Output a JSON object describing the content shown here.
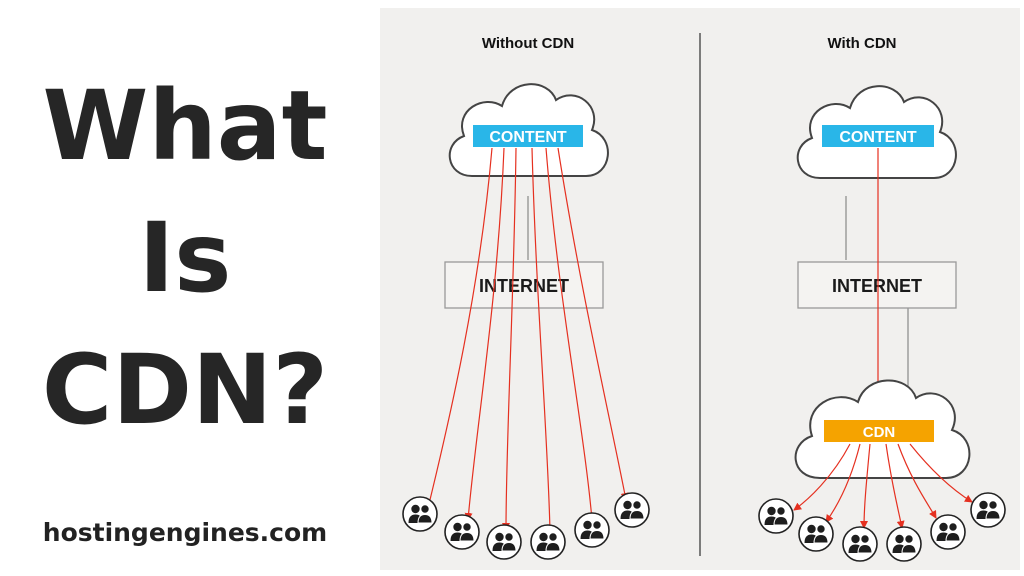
{
  "title": {
    "line1": "What",
    "line2": "Is",
    "line3": "CDN?"
  },
  "website": "hostingengines.com",
  "diagram": {
    "left": {
      "heading": "Without CDN",
      "content_label": "CONTENT",
      "internet_label": "INTERNET"
    },
    "right": {
      "heading": "With CDN",
      "content_label": "CONTENT",
      "internet_label": "INTERNET",
      "cdn_label": "CDN"
    }
  },
  "colors": {
    "content_box": "#29b6e8",
    "cdn_box": "#f5a300",
    "arrow": "#e53020",
    "panel_bg": "#f1f0ee",
    "title_text": "#262626"
  }
}
